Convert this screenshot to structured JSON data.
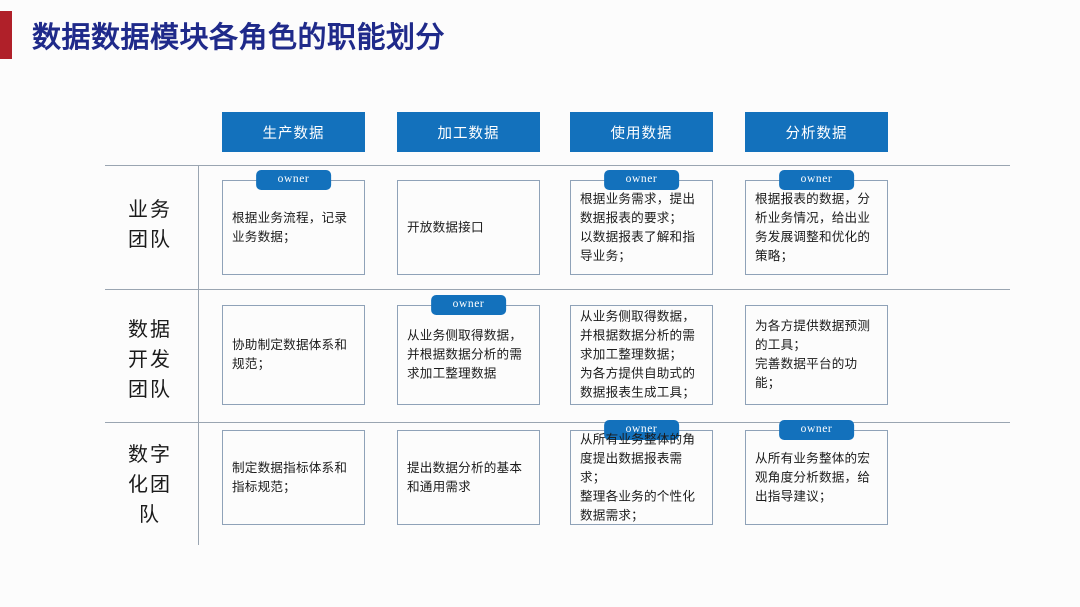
{
  "title": "数据数据模块各角色的职能划分",
  "theme": {
    "accent_red": "#b02029",
    "title_blue": "#1f2a8a",
    "header_blue": "#1371bc",
    "cell_border": "#8fa2b8",
    "rule": "#9aa5b1"
  },
  "columns": [
    {
      "label": "生产数据"
    },
    {
      "label": "加工数据"
    },
    {
      "label": "使用数据"
    },
    {
      "label": "分析数据"
    }
  ],
  "owner_label": "owner",
  "rows": [
    {
      "label_lines": [
        "业务",
        "团队"
      ],
      "cells": [
        {
          "owner": true,
          "text": "根据业务流程，记录业务数据；"
        },
        {
          "owner": false,
          "text": "开放数据接口"
        },
        {
          "owner": true,
          "text": "根据业务需求，提出数据报表的要求；\n以数据报表了解和指导业务；"
        },
        {
          "owner": true,
          "text": "根据报表的数据，分析业务情况，给出业务发展调整和优化的策略；"
        }
      ]
    },
    {
      "label_lines": [
        "数据",
        "开发",
        "团队"
      ],
      "cells": [
        {
          "owner": false,
          "text": "协助制定数据体系和规范；"
        },
        {
          "owner": true,
          "text": "从业务侧取得数据，并根据数据分析的需求加工整理数据"
        },
        {
          "owner": false,
          "text": "从业务侧取得数据，并根据数据分析的需求加工整理数据；\n为各方提供自助式的数据报表生成工具；"
        },
        {
          "owner": false,
          "text": "为各方提供数据预测的工具；\n完善数据平台的功能；"
        }
      ]
    },
    {
      "label_lines": [
        "数字",
        "化团",
        "队"
      ],
      "cells": [
        {
          "owner": false,
          "text": "制定数据指标体系和指标规范；"
        },
        {
          "owner": false,
          "text": "提出数据分析的基本和通用需求"
        },
        {
          "owner": true,
          "text": "从所有业务整体的角度提出数据报表需求；\n整理各业务的个性化数据需求；"
        },
        {
          "owner": true,
          "text": "从所有业务整体的宏观角度分析数据，给出指导建议；"
        }
      ]
    }
  ]
}
